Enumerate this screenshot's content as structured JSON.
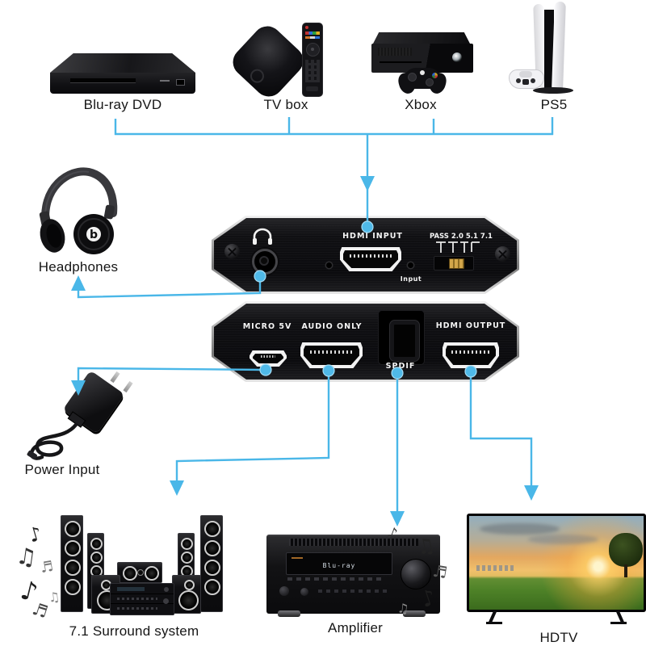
{
  "colors": {
    "accent": "#4ab7e8",
    "device_body": "#111113",
    "edge_silver": "#c9c9c9"
  },
  "sources": {
    "bluray": {
      "label": "Blu-ray DVD"
    },
    "tvbox": {
      "label": "TV box"
    },
    "xbox": {
      "label": "Xbox"
    },
    "ps5": {
      "label": "PS5"
    }
  },
  "extractor_front": {
    "hdmi_input_label": "HDMI INPUT",
    "input_label": "Input",
    "pass_label": "PASS 2.0 5.1 7.1"
  },
  "extractor_back": {
    "micro_label": "MICRO 5V",
    "audio_only_label": "AUDIO ONLY",
    "spdif_label": "SPDIF",
    "hdmi_output_label": "HDMI OUTPUT"
  },
  "outputs": {
    "headphones": {
      "label": "Headphones",
      "logo": "b"
    },
    "power": {
      "label": "Power Input"
    },
    "surround": {
      "label": "7.1 Surround system"
    },
    "amplifier": {
      "label": "Amplifier",
      "display_text": "Blu-ray"
    },
    "hdtv": {
      "label": "HDTV"
    }
  },
  "decor": {
    "notes_left": [
      "♪",
      "♫",
      "♬",
      "♪",
      "♫",
      "♬"
    ],
    "notes_right": [
      "♪",
      "♫",
      "♬",
      "♪",
      "♫"
    ]
  }
}
